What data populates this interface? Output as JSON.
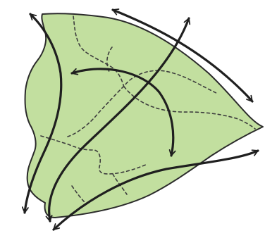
{
  "diagram": {
    "colors": {
      "shape_fill": "#c2df9f",
      "outline": "#2b2b2b",
      "arrow": "#1f1f1f",
      "dashed": "#3d3d3d"
    },
    "elements": [
      "leaf-shape",
      "dashed-boundaries",
      "curved-double-headed-arrows"
    ]
  }
}
